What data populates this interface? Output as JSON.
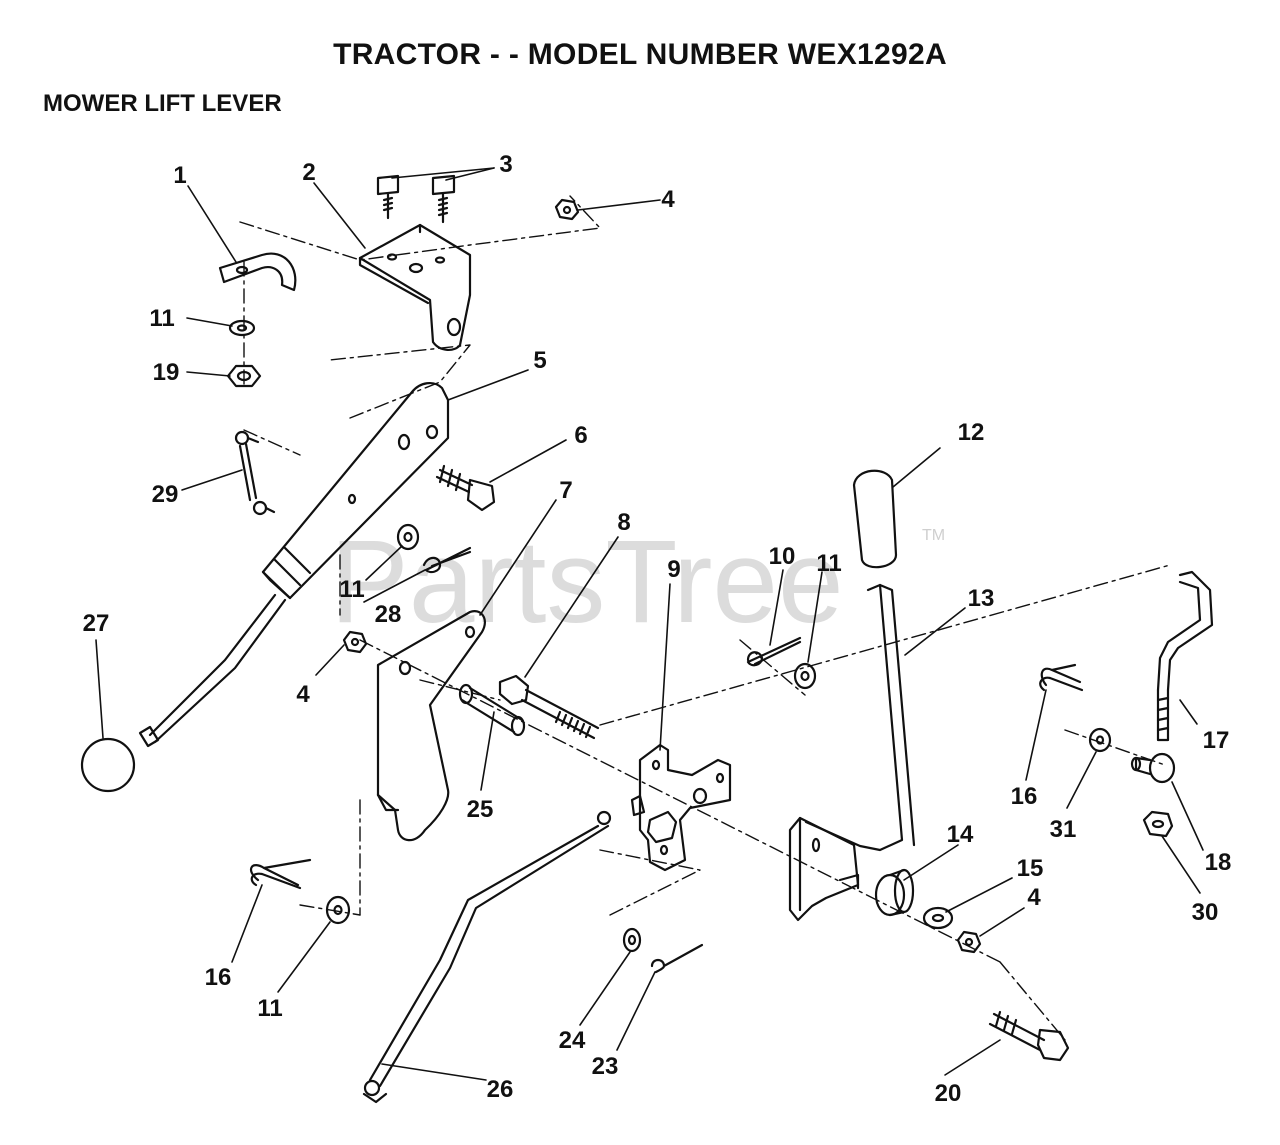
{
  "header": {
    "title": "TRACTOR - - MODEL NUMBER WEX1292A",
    "section": "MOWER LIFT LEVER"
  },
  "watermark": {
    "text": "PartsTree",
    "tm": "TM"
  },
  "parts": [
    {
      "id": "1"
    },
    {
      "id": "2"
    },
    {
      "id": "3"
    },
    {
      "id": "4"
    },
    {
      "id": "5"
    },
    {
      "id": "6"
    },
    {
      "id": "7"
    },
    {
      "id": "8"
    },
    {
      "id": "9"
    },
    {
      "id": "10"
    },
    {
      "id": "11"
    },
    {
      "id": "12"
    },
    {
      "id": "13"
    },
    {
      "id": "14"
    },
    {
      "id": "15"
    },
    {
      "id": "16"
    },
    {
      "id": "17"
    },
    {
      "id": "18"
    },
    {
      "id": "19"
    },
    {
      "id": "20"
    },
    {
      "id": "23"
    },
    {
      "id": "24"
    },
    {
      "id": "25"
    },
    {
      "id": "26"
    },
    {
      "id": "27"
    },
    {
      "id": "28"
    },
    {
      "id": "29"
    },
    {
      "id": "30"
    },
    {
      "id": "31"
    }
  ],
  "colors": {
    "line": "#111111",
    "watermark": "#dcdcdc"
  }
}
